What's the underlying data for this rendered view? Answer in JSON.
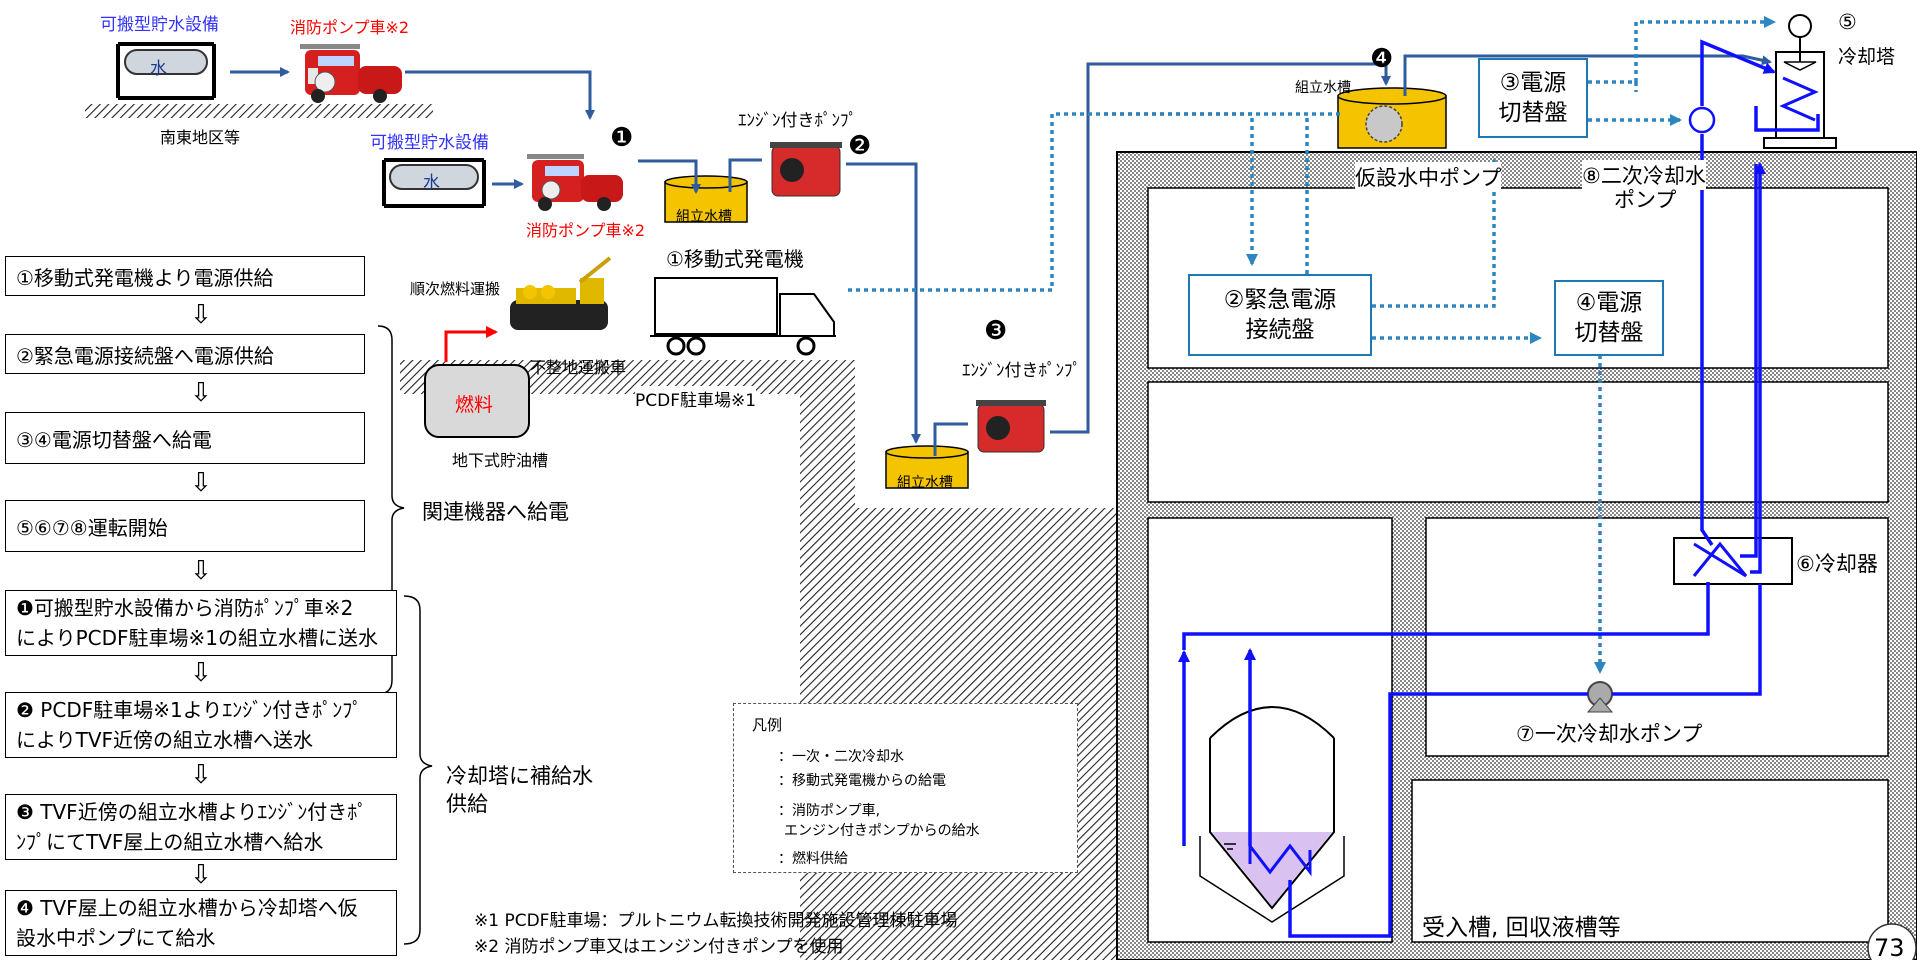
{
  "steps": [
    "①移動式発電機より電源供給",
    "②緊急電源接続盤へ電源供給",
    "③④電源切替盤へ給電",
    "⑤⑥⑦⑧運転開始"
  ],
  "steps2": [
    [
      "❶可搬型貯水設備から消防ﾎﾟﾝﾌﾟ車※2",
      "によりPCDF駐車場※1の組立水槽に送水"
    ],
    [
      "❷ PCDF駐車場※1よりｴﾝｼﾞﾝ付きﾎﾟﾝﾌﾟ",
      "によりTVF近傍の組立水槽へ送水"
    ],
    [
      "❸ TVF近傍の組立水槽よりｴﾝｼﾞﾝ付きﾎﾟ",
      "ﾝﾌﾟにてTVF屋上の組立水槽へ給水"
    ],
    [
      "❹ TVF屋上の組立水槽から冷却塔へ仮",
      "設水中ポンプにて給水"
    ]
  ],
  "brace_labels": {
    "power": "関連機器へ給電",
    "water_1": "冷却塔に補給水",
    "water_2": "供給"
  },
  "arrow_glyph": "⇩",
  "labels": {
    "storage_top": "可搬型貯水設備",
    "fire_truck_top": "消防ポンプ車※2",
    "south_area": "南東地区等",
    "storage_mid": "可搬型貯水設備",
    "fire_truck_mid": "消防ポンプ車※2",
    "water_char": "水",
    "num1": "❶",
    "num2": "❷",
    "num3": "❸",
    "num4": "❹",
    "engine_pump_1": "ｴﾝｼﾞﾝ付きﾎﾟﾝﾌﾟ",
    "engine_pump_2": "ｴﾝｼﾞﾝ付きﾎﾟﾝﾌﾟ",
    "tank_1": "組立水槽",
    "tank_2": "組立水槽",
    "tank_roof": "組立水槽",
    "generator": "①移動式発電機",
    "fuel_transport": "順次燃料運搬",
    "rough_vehicle": "不整地運搬車",
    "fuel": "燃料",
    "underground_tank": "地下式貯油槽",
    "pcdf_parking": "PCDF駐車場※1",
    "submersible_pump": "仮設水中ポンプ",
    "secondary_pump_1": "⑧二次冷却水",
    "secondary_pump_2": "ポンプ",
    "cooling_tower_num": "⑤",
    "cooling_tower": "冷却塔",
    "panel3_1": "③電源",
    "panel3_2": "切替盤",
    "panel2_1": "②緊急電源",
    "panel2_2": "接続盤",
    "panel4_1": "④電源",
    "panel4_2": "切替盤",
    "cooler": "⑥冷却器",
    "primary_pump": "⑦一次冷却水ポンプ",
    "receiving_tank": "受入槽, 回収液槽等",
    "page_number": "73"
  },
  "legend": {
    "title": "凡例",
    "items": [
      "：一次・二次冷却水",
      "：移動式発電機からの給電",
      "：消防ポンプ車,",
      "エンジン付きポンプからの給水",
      "：燃料供給"
    ]
  },
  "notes": [
    "※1 PCDF駐車場：プルトニウム転換技術開発施設管理棟駐車場",
    "※2 消防ポンプ車又はエンジン付きポンプを使用"
  ],
  "colors": {
    "cooling_water": "#1010ff",
    "power_supply": "#2e86c1",
    "water_supply": "#2e5c9e",
    "fuel": "#ff0000",
    "panel_border": "#1f78b4",
    "tank_fill": "#f5c400",
    "liquid": "#d9c2f2"
  }
}
